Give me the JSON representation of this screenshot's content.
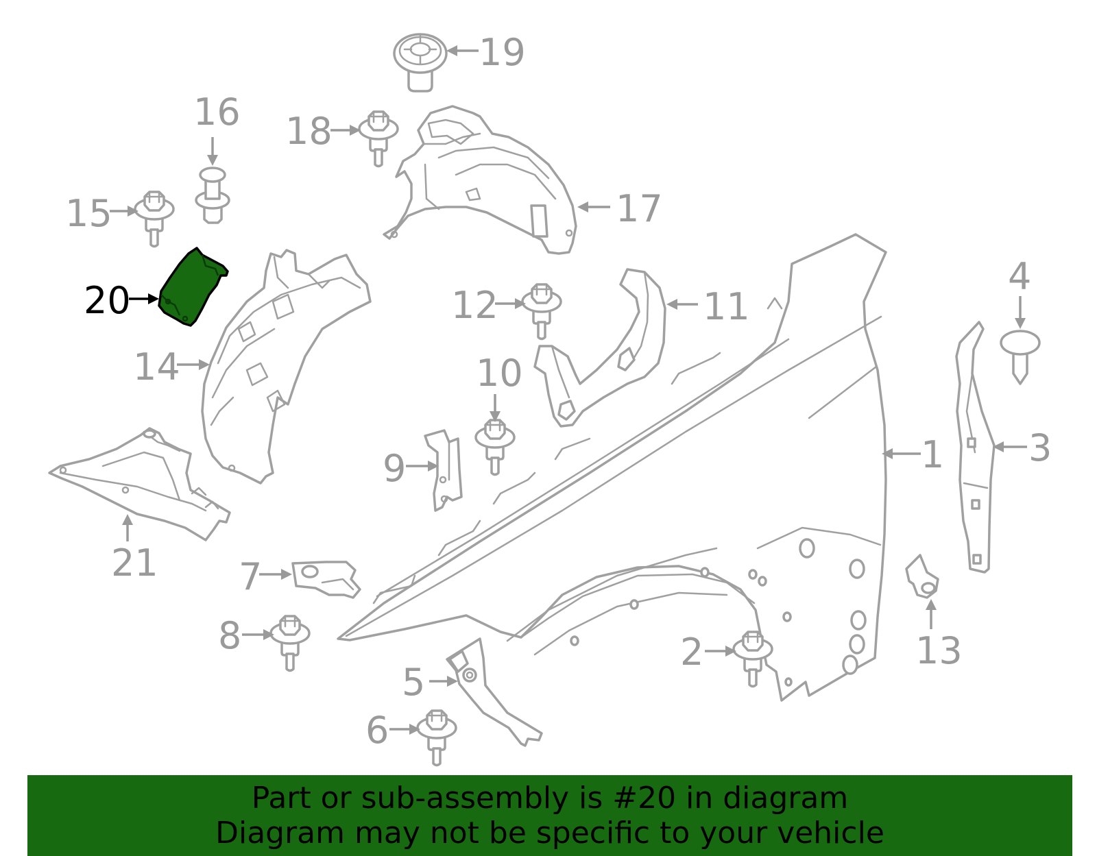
{
  "diagram": {
    "highlight_color": "#186a10",
    "part_line_color": "#a0a0a0",
    "callouts": [
      {
        "id": "1",
        "label": "1"
      },
      {
        "id": "2",
        "label": "2"
      },
      {
        "id": "3",
        "label": "3"
      },
      {
        "id": "4",
        "label": "4"
      },
      {
        "id": "5",
        "label": "5"
      },
      {
        "id": "6",
        "label": "6"
      },
      {
        "id": "7",
        "label": "7"
      },
      {
        "id": "8",
        "label": "8"
      },
      {
        "id": "9",
        "label": "9"
      },
      {
        "id": "10",
        "label": "10"
      },
      {
        "id": "11",
        "label": "11"
      },
      {
        "id": "12",
        "label": "12"
      },
      {
        "id": "13",
        "label": "13"
      },
      {
        "id": "14",
        "label": "14"
      },
      {
        "id": "15",
        "label": "15"
      },
      {
        "id": "16",
        "label": "16"
      },
      {
        "id": "17",
        "label": "17"
      },
      {
        "id": "18",
        "label": "18"
      },
      {
        "id": "19",
        "label": "19"
      },
      {
        "id": "20",
        "label": "20",
        "highlighted": true
      },
      {
        "id": "21",
        "label": "21"
      }
    ]
  },
  "banner": {
    "line1": "Part or sub-assembly is #20 in diagram",
    "line2": "Diagram may not be specific to your vehicle",
    "background": "#186a10"
  }
}
